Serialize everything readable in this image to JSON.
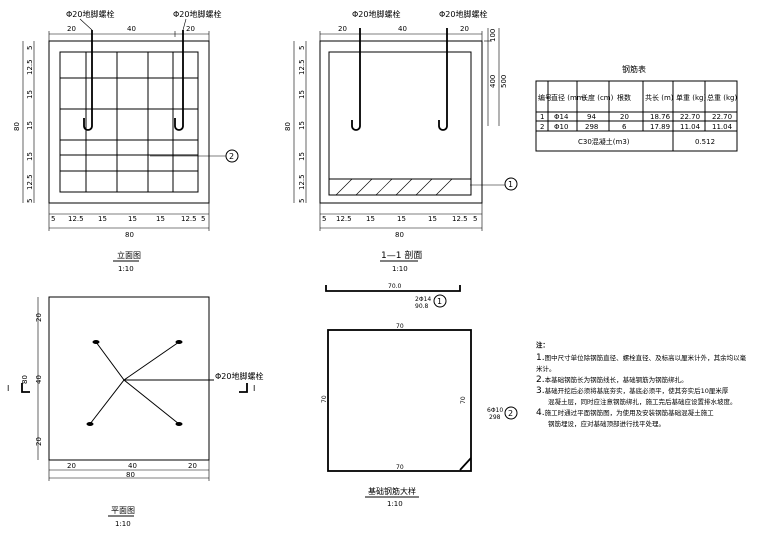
{
  "labels": {
    "bolt_top_left": "Φ20地脚螺栓",
    "bolt_top_right": "Φ20地脚螺栓",
    "bolt_sec_left": "Φ20地脚螺栓",
    "bolt_sec_right": "Φ20地脚螺栓",
    "bolt_plan": "Φ20地脚螺栓",
    "circle_1": "1",
    "circle_2": "2",
    "circle_2b": "2",
    "circle_1b": "1",
    "rebar_2b_a": "6Φ10",
    "rebar_2b_b": "298",
    "rebar_1b_a": "2Φ14",
    "rebar_1b_b": "90.8",
    "cut_left": "I",
    "cut_right": "I"
  },
  "front": {
    "top_dims": [
      "20",
      "40",
      "20"
    ],
    "left_dims": [
      "5",
      "12.5",
      "15",
      "15",
      "15",
      "12.5",
      "5"
    ],
    "total_side": "80",
    "bottom_dims": [
      "5",
      "12.5",
      "15",
      "15",
      "15",
      "12.5",
      "5"
    ],
    "total_bottom": "80",
    "title": "立面图",
    "scale": "1:10"
  },
  "section": {
    "top_dims": [
      "20",
      "40",
      "20"
    ],
    "right_dims": [
      "100",
      "400",
      "500"
    ],
    "left_dims": [
      "5",
      "12.5",
      "15",
      "15",
      "15",
      "12.5",
      "5"
    ],
    "total_side": "80",
    "bottom_dims": [
      "5",
      "12.5",
      "15",
      "15",
      "15",
      "12.5",
      "5"
    ],
    "total_bottom": "80",
    "title": "1—1 剖面",
    "scale": "1:10"
  },
  "plan": {
    "left_dims": [
      "20",
      "40",
      "20"
    ],
    "total_side": "80",
    "bottom_dims": [
      "20",
      "40",
      "20"
    ],
    "total_bottom": "80",
    "title": "平面图",
    "scale": "1:10"
  },
  "rebar_detail": {
    "top_len": "70.0",
    "box_top": "70",
    "box_left": "70",
    "box_right": "70",
    "box_bottom": "70",
    "title": "基础钢筋大样",
    "scale": "1:10"
  },
  "table": {
    "title": "钢筋表",
    "headers": [
      "编号",
      "直径 (mm)",
      "长度 (cm)",
      "根数",
      "共长 (m)",
      "单重 (kg)",
      "总重 (kg)"
    ],
    "rows": [
      [
        "1",
        "Φ14",
        "94",
        "20",
        "18.76",
        "22.70",
        "22.70"
      ],
      [
        "2",
        "Φ10",
        "298",
        "6",
        "17.89",
        "11.04",
        "11.04"
      ]
    ],
    "footer_label": "C30混凝土(m3)",
    "footer_value": "0.512"
  },
  "notes": {
    "title": "注：",
    "items": [
      {
        "num": "1.",
        "text": "图中尺寸单位除钢筋直径、螺栓直径、及标高以厘米计外，其余均以毫米计。"
      },
      {
        "num": "2.",
        "text": "本基础钢筋长为钢筋线长，基础钢筋为钢筋绑扎。"
      },
      {
        "num": "3.",
        "text": "基础开挖后必须将基底夯实，基底必须平，使其夯实后10厘米厚",
        "cont": "混凝土层，同时应注意钢筋绑扎，施工完后基础应设置排水坡度。"
      },
      {
        "num": "4.",
        "text": "施工时通过平面钢筋图，为使用及安装钢筋基础混凝土施工",
        "cont": "钢筋埋设，应对基础顶部进行找平处理。"
      }
    ]
  }
}
